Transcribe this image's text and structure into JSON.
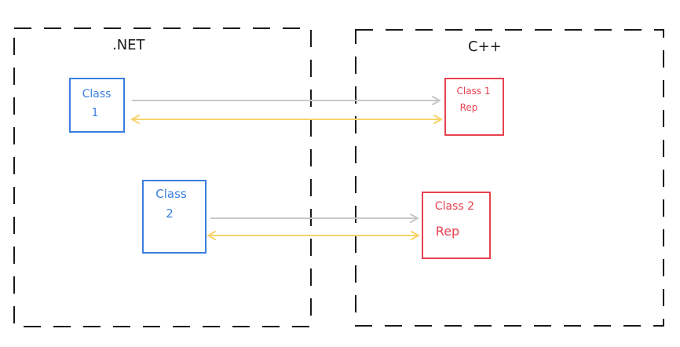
{
  "regions": {
    "dotnet": {
      "label": ".NET"
    },
    "cpp": {
      "label": "C++"
    }
  },
  "boxes": {
    "class1": {
      "line1": "Class",
      "line2": "1"
    },
    "class2": {
      "line1": "Class",
      "line2": "2"
    },
    "class1rep": {
      "line1": "Class 1",
      "line2": "Rep"
    },
    "class2rep": {
      "line1": "Class 2",
      "line2": "Rep"
    }
  },
  "colors": {
    "boundary": "#1a1a1a",
    "dotnet_class": "#3a7fe0",
    "cpp_class": "#e8424f",
    "arrow_oneway": "#c8c8c8",
    "arrow_twoway": "#f7d36b"
  }
}
